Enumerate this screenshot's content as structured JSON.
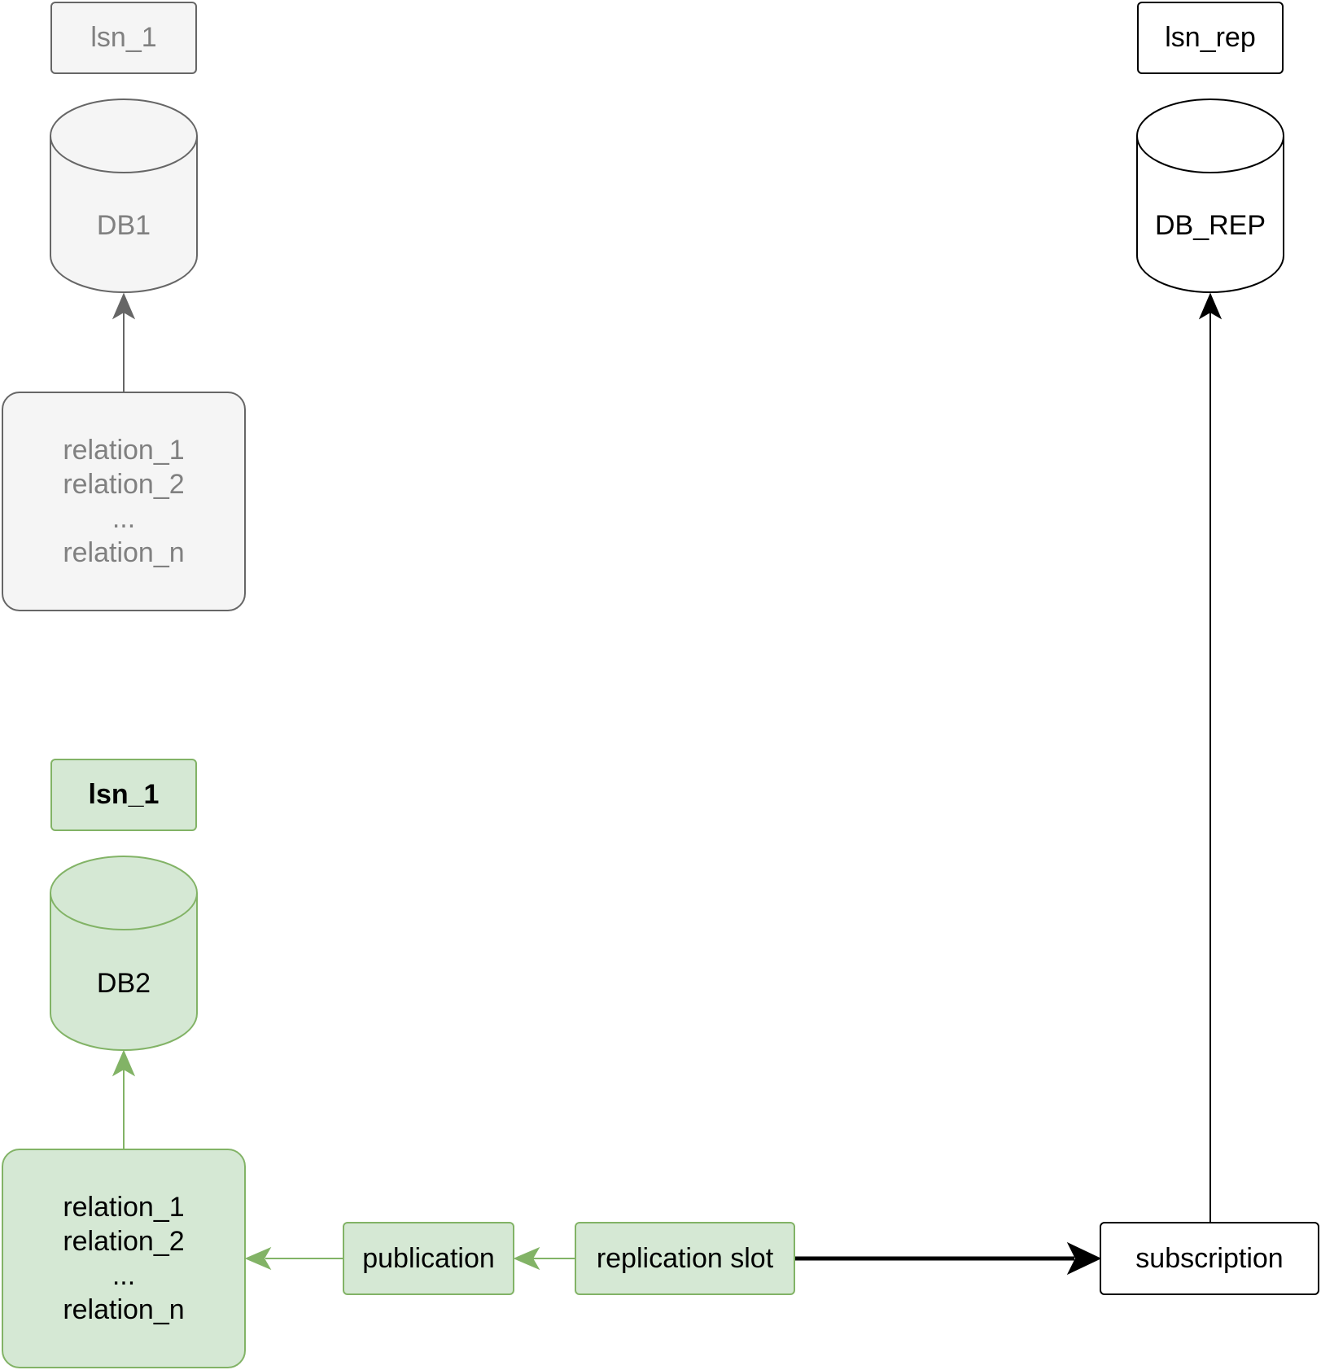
{
  "db1_group": {
    "lsn_label": "lsn_1",
    "db_label": "DB1",
    "relations": [
      "relation_1",
      "relation_2",
      "...",
      "relation_n"
    ]
  },
  "db2_group": {
    "lsn_label": "lsn_1",
    "db_label": "DB2",
    "relations": [
      "relation_1",
      "relation_2",
      "...",
      "relation_n"
    ],
    "publication_label": "publication",
    "replication_slot_label": "replication slot"
  },
  "rep_group": {
    "lsn_label": "lsn_rep",
    "db_label": "DB_REP",
    "subscription_label": "subscription"
  },
  "colors": {
    "gray_fill": "#f5f5f5",
    "gray_stroke": "#666666",
    "gray_text": "#808080",
    "green_fill": "#d5e8d4",
    "green_stroke": "#82b366",
    "black": "#000000"
  }
}
